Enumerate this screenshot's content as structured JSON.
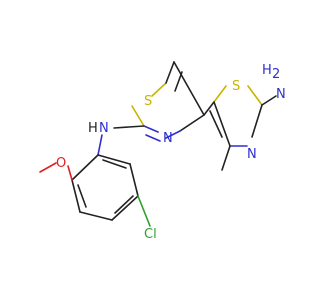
{
  "molecule": {
    "atoms": {
      "thiazole_left_s": "S",
      "thiazole_left_n": "N",
      "thiazole_right_s": "S",
      "thiazole_right_n": "N",
      "amine_nh_n": "N",
      "amine_nh_h": "H",
      "amine_nh2_n": "N",
      "amine_nh2_h": "H",
      "amine_nh2_sub": "2",
      "methoxy_o": "O",
      "chloro_cl": "Cl"
    },
    "colors": {
      "carbon_bond": "#222222",
      "sulfur": "#c8b400",
      "nitrogen": "#2f2fd0",
      "oxygen": "#e02020",
      "chlorine": "#2ea02e"
    }
  }
}
